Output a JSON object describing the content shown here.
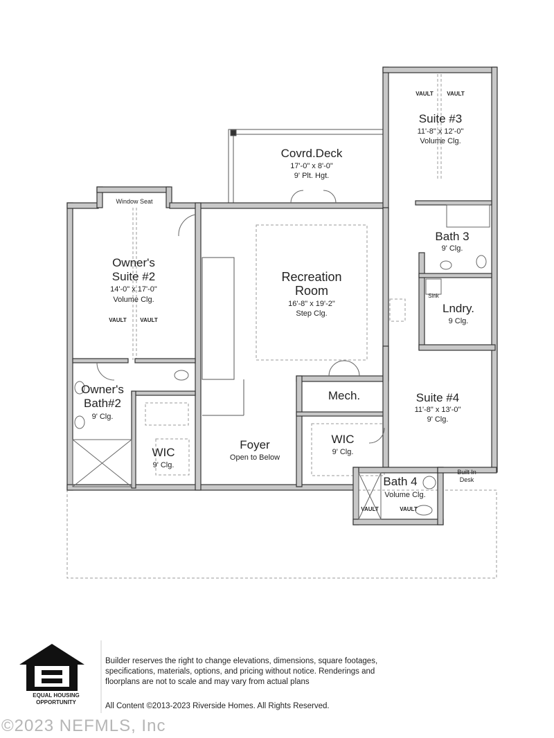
{
  "rooms": {
    "deck": {
      "name": "Covrd.Deck",
      "size": "17'-0\" x 8'-0\"",
      "ceiling": "9' Plt. Hgt."
    },
    "suite3": {
      "name": "Suite #3",
      "size": "11'-8\" x 12'-0\"",
      "ceiling": "Volume Clg.",
      "vault": [
        "VAULT",
        "VAULT"
      ]
    },
    "owners_suite": {
      "name1": "Owner's",
      "name2": "Suite #2",
      "size": "14'-0\" x 17'-0\"",
      "ceiling": "Volume Clg.",
      "vault": [
        "VAULT",
        "VAULT"
      ],
      "window_seat": "Window Seat"
    },
    "recreation": {
      "name1": "Recreation",
      "name2": "Room",
      "size": "16'-8\" x 19'-2\"",
      "ceiling": "Step Clg."
    },
    "bath3": {
      "name": "Bath 3",
      "ceiling": "9' Clg."
    },
    "laundry": {
      "name": "Lndry.",
      "ceiling": "9 Clg.",
      "sink": "Sink"
    },
    "owners_bath": {
      "name1": "Owner's",
      "name2": "Bath#2",
      "ceiling": "9' Clg."
    },
    "mech": {
      "name": "Mech."
    },
    "suite4": {
      "name": "Suite #4",
      "size": "11'-8\" x 13'-0\"",
      "ceiling": "9' Clg.",
      "desk1": "Built In",
      "desk2": "Desk"
    },
    "wic_right": {
      "name": "WIC",
      "ceiling": "9' Clg."
    },
    "wic_left": {
      "name": "WIC",
      "ceiling": "9' Clg."
    },
    "foyer": {
      "name": "Foyer",
      "note": "Open to Below"
    },
    "bath4": {
      "name": "Bath 4",
      "ceiling": "Volume Clg.",
      "vault": [
        "VAULT",
        "VAULT"
      ]
    }
  },
  "footer": {
    "disclaimer": "Builder reserves the right to change elevations, dimensions, square footages, specifications, materials, options, and pricing without notice. Renderings and floorplans are not to scale and may vary from actual plans",
    "copyright": "All Content ©2013-2023 Riverside Homes. All Rights Reserved.",
    "logo_text": "EQUAL HOUSING OPPORTUNITY",
    "watermark": "©2023 NEFMLS, Inc"
  },
  "colors": {
    "wall_fill": "#c8c8c8",
    "wall_outline": "#333333",
    "dashed": "#999999"
  }
}
